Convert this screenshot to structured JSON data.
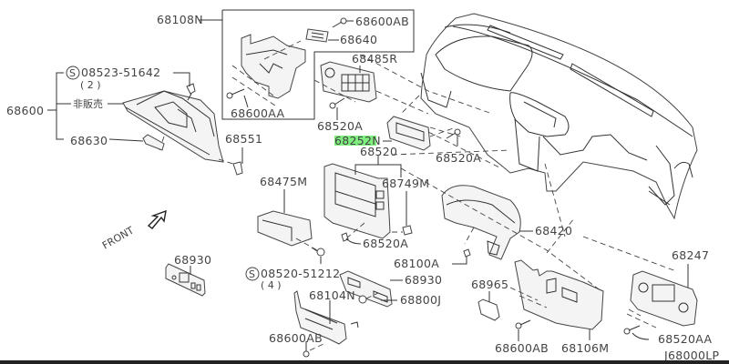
{
  "diagram": {
    "code": "J68000LP",
    "front_label": "FRONT",
    "highlight_color": "#7ff07f",
    "callouts": {
      "p68108N": "68108N",
      "p68600AB_top": "68600AB",
      "p68640": "68640",
      "p68485R": "68485R",
      "p68600AA": "68600AA",
      "p68520A_top": "68520A",
      "p68252N_num": "68252",
      "p68252N_suffix": "N",
      "p68520": "68520",
      "p68520A_right": "68520A",
      "p08523": "08523-51642",
      "p08523_qty": "( 2 )",
      "p68600": "68600",
      "p_not_sold": "非販売",
      "p68630": "68630",
      "p68551": "68551",
      "p68475M": "68475M",
      "p68749M": "68749M",
      "p68520A_mid": "68520A",
      "p68420": "68420",
      "p68247": "68247",
      "p68930_left": "68930",
      "p08520": "08520-51212",
      "p08520_qty": "( 4 )",
      "p68930_mid": "68930",
      "p68100A": "68100A",
      "p68104N": "68104N",
      "p68800J": "68800J",
      "p68965": "68965",
      "p68600AB_bottom": "68600AB",
      "p68600AB_right": "68600AB",
      "p68106M": "68106M",
      "p68520AA": "68520AA"
    },
    "standard_part_symbol": "S"
  }
}
